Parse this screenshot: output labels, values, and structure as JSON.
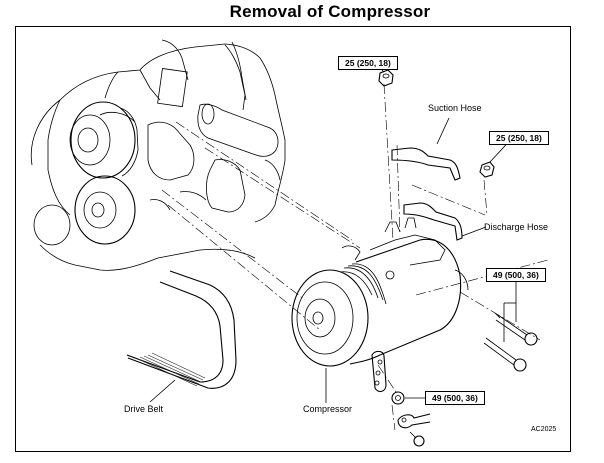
{
  "title": "Removal of Compressor",
  "labels": {
    "suction_hose": "Suction Hose",
    "discharge_hose": "Discharge Hose",
    "drive_belt": "Drive Belt",
    "compressor": "Compressor"
  },
  "torque_specs": {
    "suction_nut": "25 (250, 18)",
    "discharge_nut": "25 (250, 18)",
    "mounting_bolts": "49 (500, 36)",
    "bracket_nut": "49 (500, 36)"
  },
  "figure_code": "AC2025"
}
